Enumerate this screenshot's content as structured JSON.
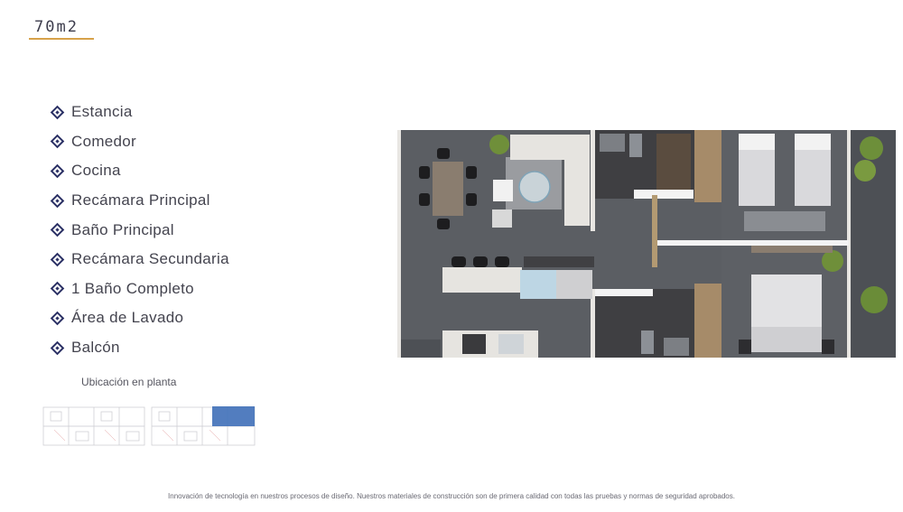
{
  "area_title": "70m2",
  "features": [
    "Estancia",
    "Comedor",
    "Cocina",
    "Recámara Principal",
    "Baño Principal",
    "Recámara Secundaria",
    "1 Baño Completo",
    "Área de Lavado",
    "Balcón"
  ],
  "location_label": "Ubicación en planta",
  "footer_text": "Innovación de tecnología en nuestros procesos de diseño. Nuestros materiales de construcción son de primera calidad con todas las pruebas y normas de seguridad aprobados.",
  "colors": {
    "accent_underline": "#d7a24a",
    "bullet": "#2a3064",
    "minimap_highlight": "#3f6fb8"
  },
  "icons": [
    "diamond-bullet-icon"
  ]
}
